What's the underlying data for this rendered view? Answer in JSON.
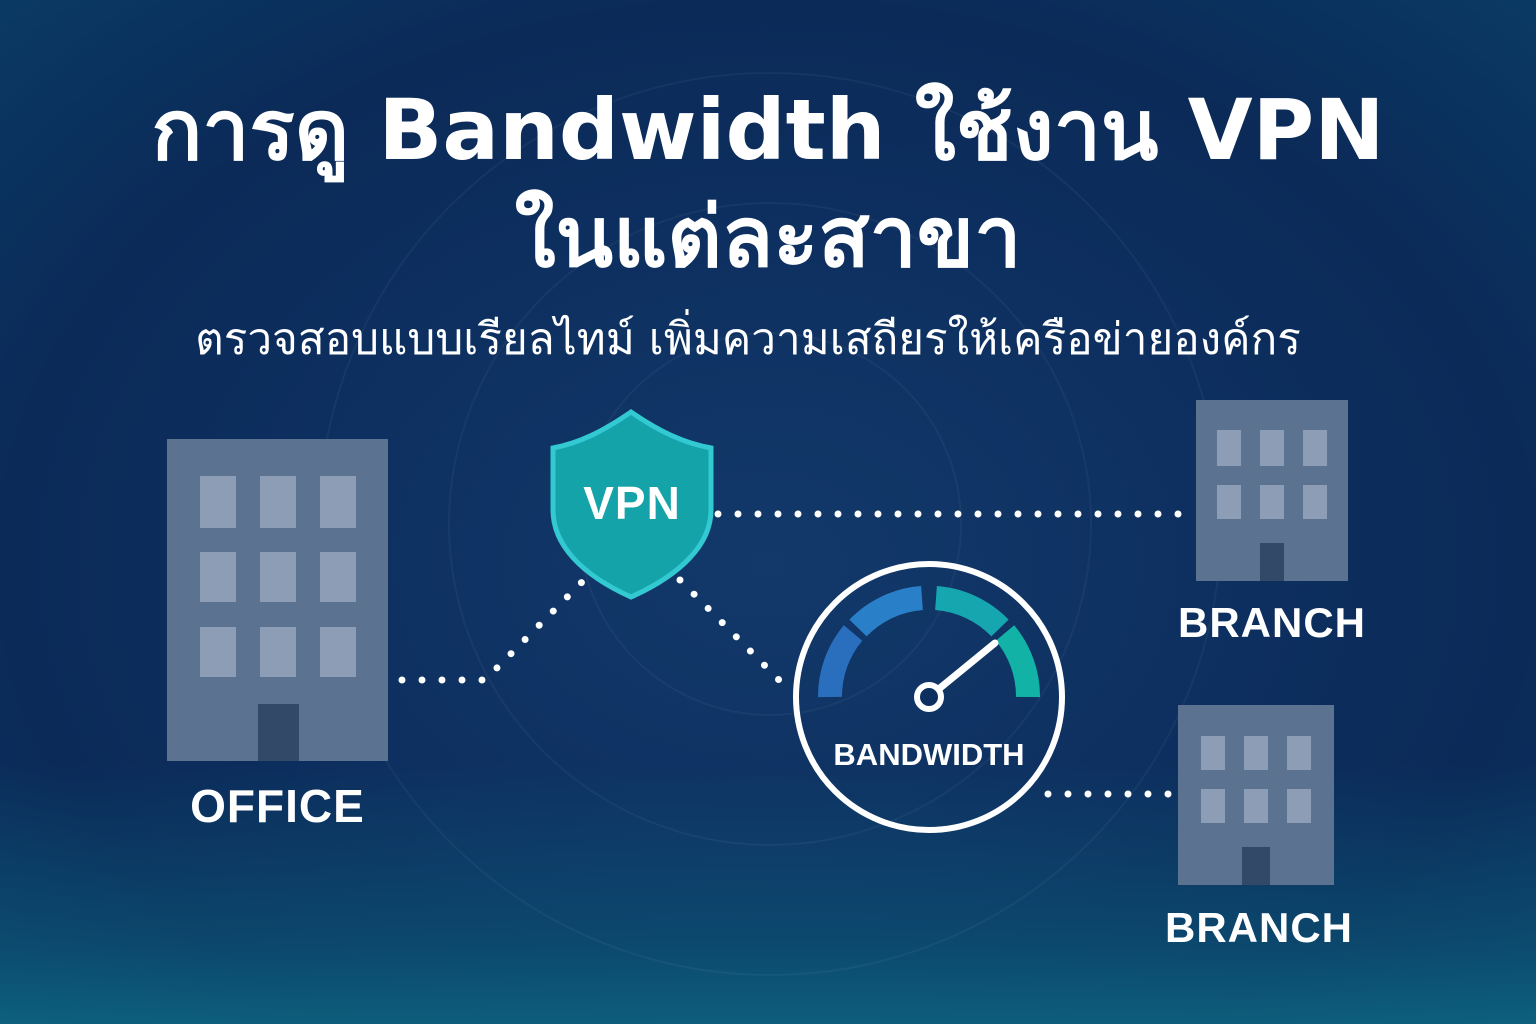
{
  "title_line1": "การดู Bandwidth ใช้งาน VPN",
  "title_line2": "ในแต่ละสาขา",
  "subtitle": "ตรวจสอบแบบเรียลไทม์ เพิ่มความเสถียรให้เครือข่ายองค์กร",
  "nodes": {
    "office_label": "OFFICE",
    "vpn_label": "VPN",
    "gauge_label": "BANDWIDTH",
    "branch_top_label": "BRANCH",
    "branch_bottom_label": "BRANCH"
  },
  "colors": {
    "background": "#0d2f5f",
    "building": "#5b7291",
    "shield": "#14a3a8",
    "gauge_blue": "#2a76c4",
    "gauge_teal": "#12b3a6"
  },
  "icons": [
    "shield-icon",
    "gauge-icon",
    "building-icon"
  ]
}
